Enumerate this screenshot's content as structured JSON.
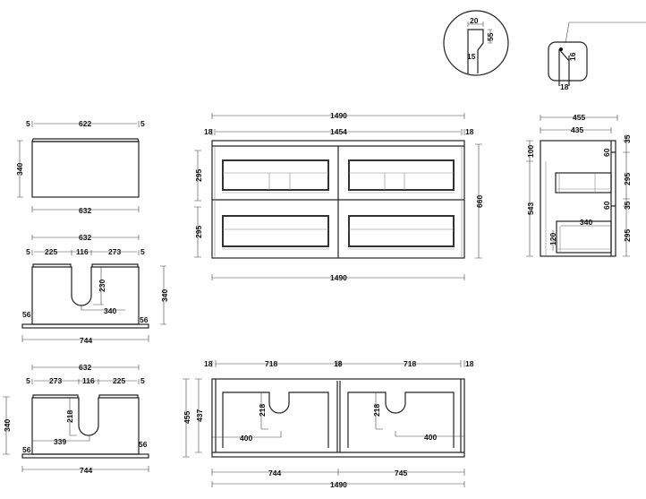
{
  "detail_circle": {
    "labels": [
      "20",
      "55",
      "15"
    ]
  },
  "detail_edge": {
    "labels": [
      "16",
      "18"
    ]
  },
  "top_view": {
    "labels": [
      "5",
      "622",
      "5",
      "340",
      "632"
    ]
  },
  "left_basin_view": {
    "labels": [
      "632",
      "5",
      "225",
      "116",
      "273",
      "5",
      "230",
      "340",
      "340",
      "56",
      "56",
      "744"
    ]
  },
  "right_basin_view": {
    "labels": [
      "632",
      "5",
      "273",
      "116",
      "225",
      "5",
      "340",
      "218",
      "339",
      "56",
      "56",
      "744"
    ]
  },
  "front_view": {
    "labels": [
      "1490",
      "18",
      "1454",
      "18",
      "295",
      "295",
      "660",
      "1490"
    ]
  },
  "side_view": {
    "labels": [
      "455",
      "435",
      "100",
      "543",
      "35",
      "295",
      "35",
      "295",
      "60",
      "60",
      "340",
      "120"
    ]
  },
  "plan_view": {
    "labels": [
      "18",
      "718",
      "18",
      "718",
      "18",
      "455",
      "437",
      "218",
      "218",
      "400",
      "400",
      "744",
      "745",
      "1490"
    ]
  }
}
